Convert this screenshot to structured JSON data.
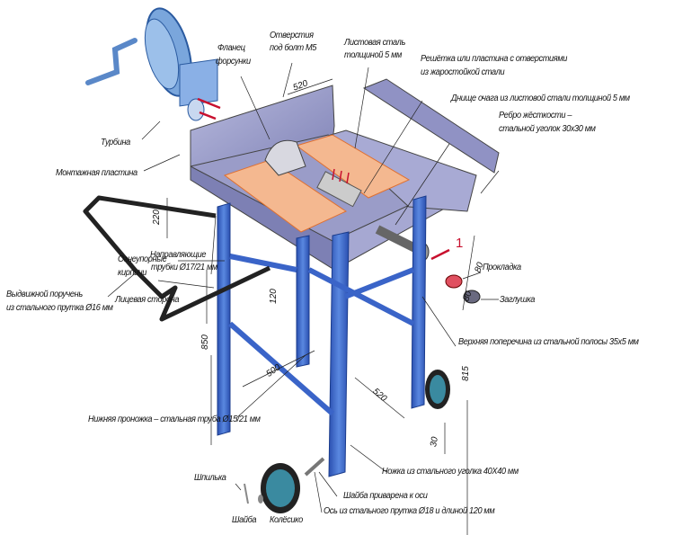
{
  "labels": {
    "turbine": "Турбина",
    "mount_plate": "Монтажная пластина",
    "flange_1": "Фланец",
    "flange_2": "форсунки",
    "holes_1": "Отверстия",
    "holes_2": "под болт М5",
    "sheet_1": "Листовая сталь",
    "sheet_2": "толщиной 5 мм",
    "grate_1": "Решётка или пластина с отверстиями",
    "grate_2": "из жаростойкой стали",
    "bottom": "Днище очага из листовой стали толщиной 5 мм",
    "rib_1": "Ребро жёсткости –",
    "rib_2": "стальной уголок 30x30 мм",
    "bricks_1": "Огнеупорные",
    "bricks_2": "кирпичи",
    "front": "Лицевая сторона",
    "guides_1": "Направляющие",
    "guides_2": "трубки Ø17/21 мм",
    "handrail_1": "Выдвижной поручень",
    "handrail_2": "из стального прутка Ø16 мм",
    "marker": "1",
    "gasket": "Прокладка",
    "plug": "Заглушка",
    "crossbar": "Верхняя поперечина из стальной полосы 35x5 мм",
    "lower_bar": "Нижняя проножка – стальная труба Ø15/21 мм",
    "leg": "Ножка из стального уголка 40X40 мм",
    "pin": "Шпилька",
    "washer": "Шайба",
    "wheel": "Колёсико",
    "welded_washer": "Шайба приварена к оси",
    "axle": "Ось из стального прутка Ø18 и длиной 120 мм"
  },
  "dimensions": {
    "top_width": "520",
    "height_side": "220",
    "rib_a": "80",
    "rib_b": "80",
    "guide_h": "120",
    "leg_h": "850",
    "depth": "500",
    "width": "520",
    "rear_h": "815",
    "clearance": "30"
  },
  "colors": {
    "steel": "#8c8fc0",
    "frame": "#3a64c8",
    "brick": "#f0b080",
    "accent": "#c8102e"
  }
}
